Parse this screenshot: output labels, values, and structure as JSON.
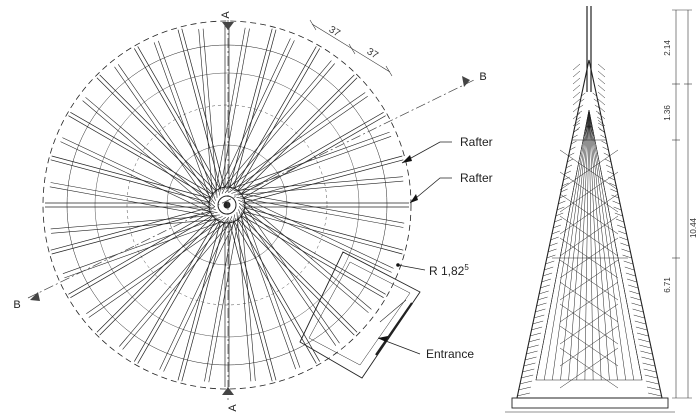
{
  "plan": {
    "section_a": "A",
    "section_b": "B",
    "dimensions": [
      "37",
      "37"
    ],
    "labels": {
      "rafter_1": "Rafter",
      "rafter_2": "Rafter",
      "radius": "R 1,82",
      "radius_sup": "5",
      "entrance": "Entrance"
    }
  },
  "section": {
    "heights": [
      "2.14",
      "1.36",
      "10.44",
      "6.71"
    ]
  },
  "colors": {
    "line": "#222222",
    "hatch": "#555555",
    "background": "#ffffff"
  }
}
